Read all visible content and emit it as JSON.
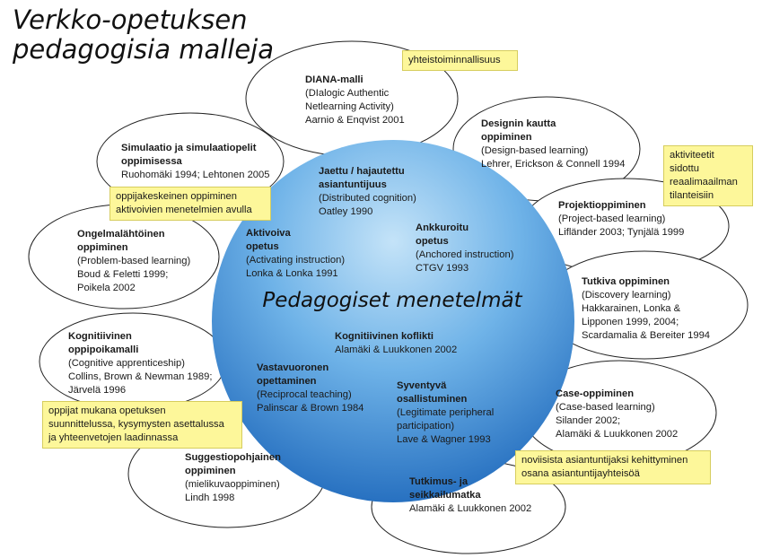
{
  "title": "Verkko-opetuksen\npedagogisia malleja",
  "center_title": "Pedagogiset menetelmät",
  "inner_methods": {
    "jaettu": {
      "heading": [
        "Jaettu / hajautettu",
        "asiantuntijuus"
      ],
      "lines": [
        "(Distributed cognition)",
        "Oatley 1990"
      ]
    },
    "aktivoiva": {
      "heading": [
        "Aktivoiva",
        "opetus"
      ],
      "lines": [
        "(Activating instruction)",
        "Lonka & Lonka 1991"
      ]
    },
    "ankkuroitu": {
      "heading": [
        "Ankkuroitu",
        "opetus"
      ],
      "lines": [
        "(Anchored instruction)",
        "CTGV 1993"
      ]
    },
    "konflikti": {
      "heading": [
        "Kognitiivinen koflikti"
      ],
      "lines": [
        "Alamäki & Luukkonen 2002"
      ]
    },
    "vastavuoronen": {
      "heading": [
        "Vastavuoronen",
        "opettaminen"
      ],
      "lines": [
        "(Reciprocal teaching)",
        "Palinscar & Brown 1984"
      ]
    },
    "syventyva": {
      "heading": [
        "Syventyvä",
        "osallistuminen"
      ],
      "lines": [
        "(Legitimate peripheral",
        "participation)",
        "Lave & Wagner 1993"
      ]
    }
  },
  "outer_models": {
    "diana": {
      "heading": [
        "DIANA-malli"
      ],
      "lines": [
        "(DIalogic Authentic",
        "Netlearning Activity)",
        "Aarnio & Enqvist 2001"
      ]
    },
    "simulaatio": {
      "heading": [
        "Simulaatio ja simulaatiopelit",
        "oppimisessa"
      ],
      "lines": [
        "Ruohomäki 1994; Lehtonen 2005"
      ]
    },
    "designin": {
      "heading": [
        "Designin kautta",
        "oppiminen"
      ],
      "lines": [
        "(Design-based learning)",
        "Lehrer, Erickson & Connell 1994"
      ]
    },
    "ongelma": {
      "heading": [
        "Ongelmalähtöinen",
        "oppiminen"
      ],
      "lines": [
        "(Problem-based learning)",
        "Boud & Feletti 1999;",
        "Poikela 2002"
      ]
    },
    "projekti": {
      "heading": [
        "Projektioppiminen"
      ],
      "lines": [
        "(Project-based learning)",
        "Lifländer 2003; Tynjälä 1999"
      ]
    },
    "tutkiva": {
      "heading": [
        "Tutkiva oppiminen"
      ],
      "lines": [
        "(Discovery learning)",
        "Hakkarainen, Lonka &",
        "Lipponen 1999, 2004;",
        "Scardamalia & Bereiter 1994"
      ]
    },
    "kognitiivinen": {
      "heading": [
        "Kognitiivinen",
        "oppipoikamalli"
      ],
      "lines": [
        "(Cognitive apprenticeship)",
        "Collins, Brown & Newman 1989;",
        "Järvelä 1996"
      ]
    },
    "case": {
      "heading": [
        "Case-oppiminen"
      ],
      "lines": [
        "(Case-based learning)",
        "Silander 2002;",
        "Alamäki & Luukkonen 2002"
      ]
    },
    "suggestio": {
      "heading": [
        "Suggestiopohjainen",
        "oppiminen"
      ],
      "lines": [
        "(mielikuvaoppiminen)",
        "Lindh 1998"
      ]
    },
    "tutkimus": {
      "heading": [
        "Tutkimus- ja",
        "seikkailumatka"
      ],
      "lines": [
        "Alamäki & Luukkonen 2002"
      ]
    }
  },
  "notes": {
    "yhteistoiminnallisuus": [
      "yhteistoiminnallisuus"
    ],
    "aktiviteetit": [
      "aktiviteetit",
      "sidottu",
      "reaalimaailman",
      "tilanteisiin"
    ],
    "oppijakeskeinen": [
      "oppijakeskeinen oppiminen",
      "aktivoivien menetelmien avulla"
    ],
    "oppijat_mukana": [
      "oppijat mukana opetuksen",
      "suunnittelussa, kysymysten asettalussa",
      "ja yhteenvetojen laadinnassa"
    ],
    "noviisista": [
      "noviisista asiantuntijaksi kehittyminen",
      "osana asiantuntijayhteisöä"
    ]
  },
  "colors": {
    "sphere_light": "#bfe0f7",
    "sphere_mid": "#5ea8e3",
    "sphere_dark": "#1f6fc0",
    "note_bg": "#fdf79a"
  }
}
